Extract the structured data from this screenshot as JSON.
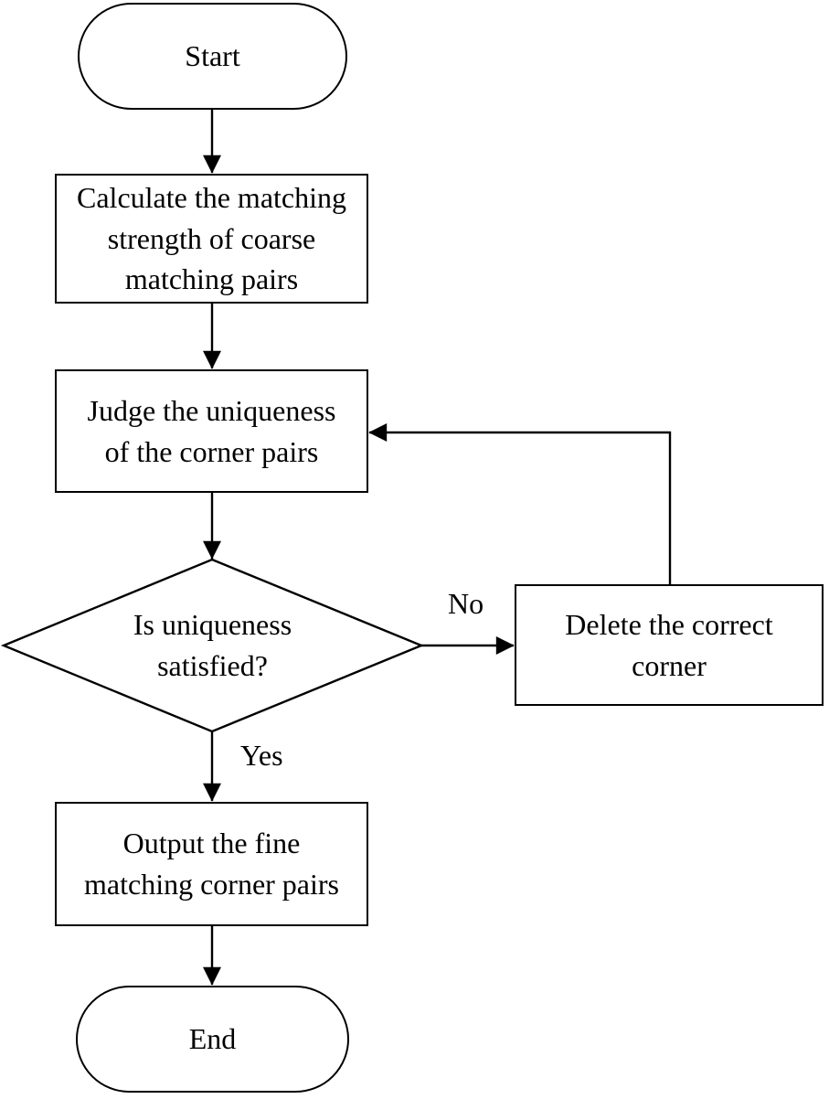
{
  "colors": {
    "background": "#ffffff",
    "line": "#000000",
    "text": "#000000",
    "node_fill": "#ffffff"
  },
  "nodes": {
    "start": {
      "type": "terminator",
      "label": "Start"
    },
    "calculate": {
      "type": "process",
      "label": "Calculate the matching\nstrength of coarse\nmatching pairs"
    },
    "judge": {
      "type": "process",
      "label": "Judge the uniqueness\nof the corner pairs"
    },
    "decision": {
      "type": "decision",
      "label": "Is uniqueness\nsatisfied?"
    },
    "delete": {
      "type": "process",
      "label": "Delete the correct\ncorner"
    },
    "output": {
      "type": "process",
      "label": "Output the fine\nmatching corner pairs"
    },
    "end": {
      "type": "terminator",
      "label": "End"
    }
  },
  "edge_labels": {
    "no": "No",
    "yes": "Yes"
  },
  "edges": [
    {
      "from": "start",
      "to": "calculate",
      "label": ""
    },
    {
      "from": "calculate",
      "to": "judge",
      "label": ""
    },
    {
      "from": "judge",
      "to": "decision",
      "label": ""
    },
    {
      "from": "decision",
      "to": "delete",
      "label": "No"
    },
    {
      "from": "delete",
      "to": "judge",
      "label": ""
    },
    {
      "from": "decision",
      "to": "output",
      "label": "Yes"
    },
    {
      "from": "output",
      "to": "end",
      "label": ""
    }
  ]
}
